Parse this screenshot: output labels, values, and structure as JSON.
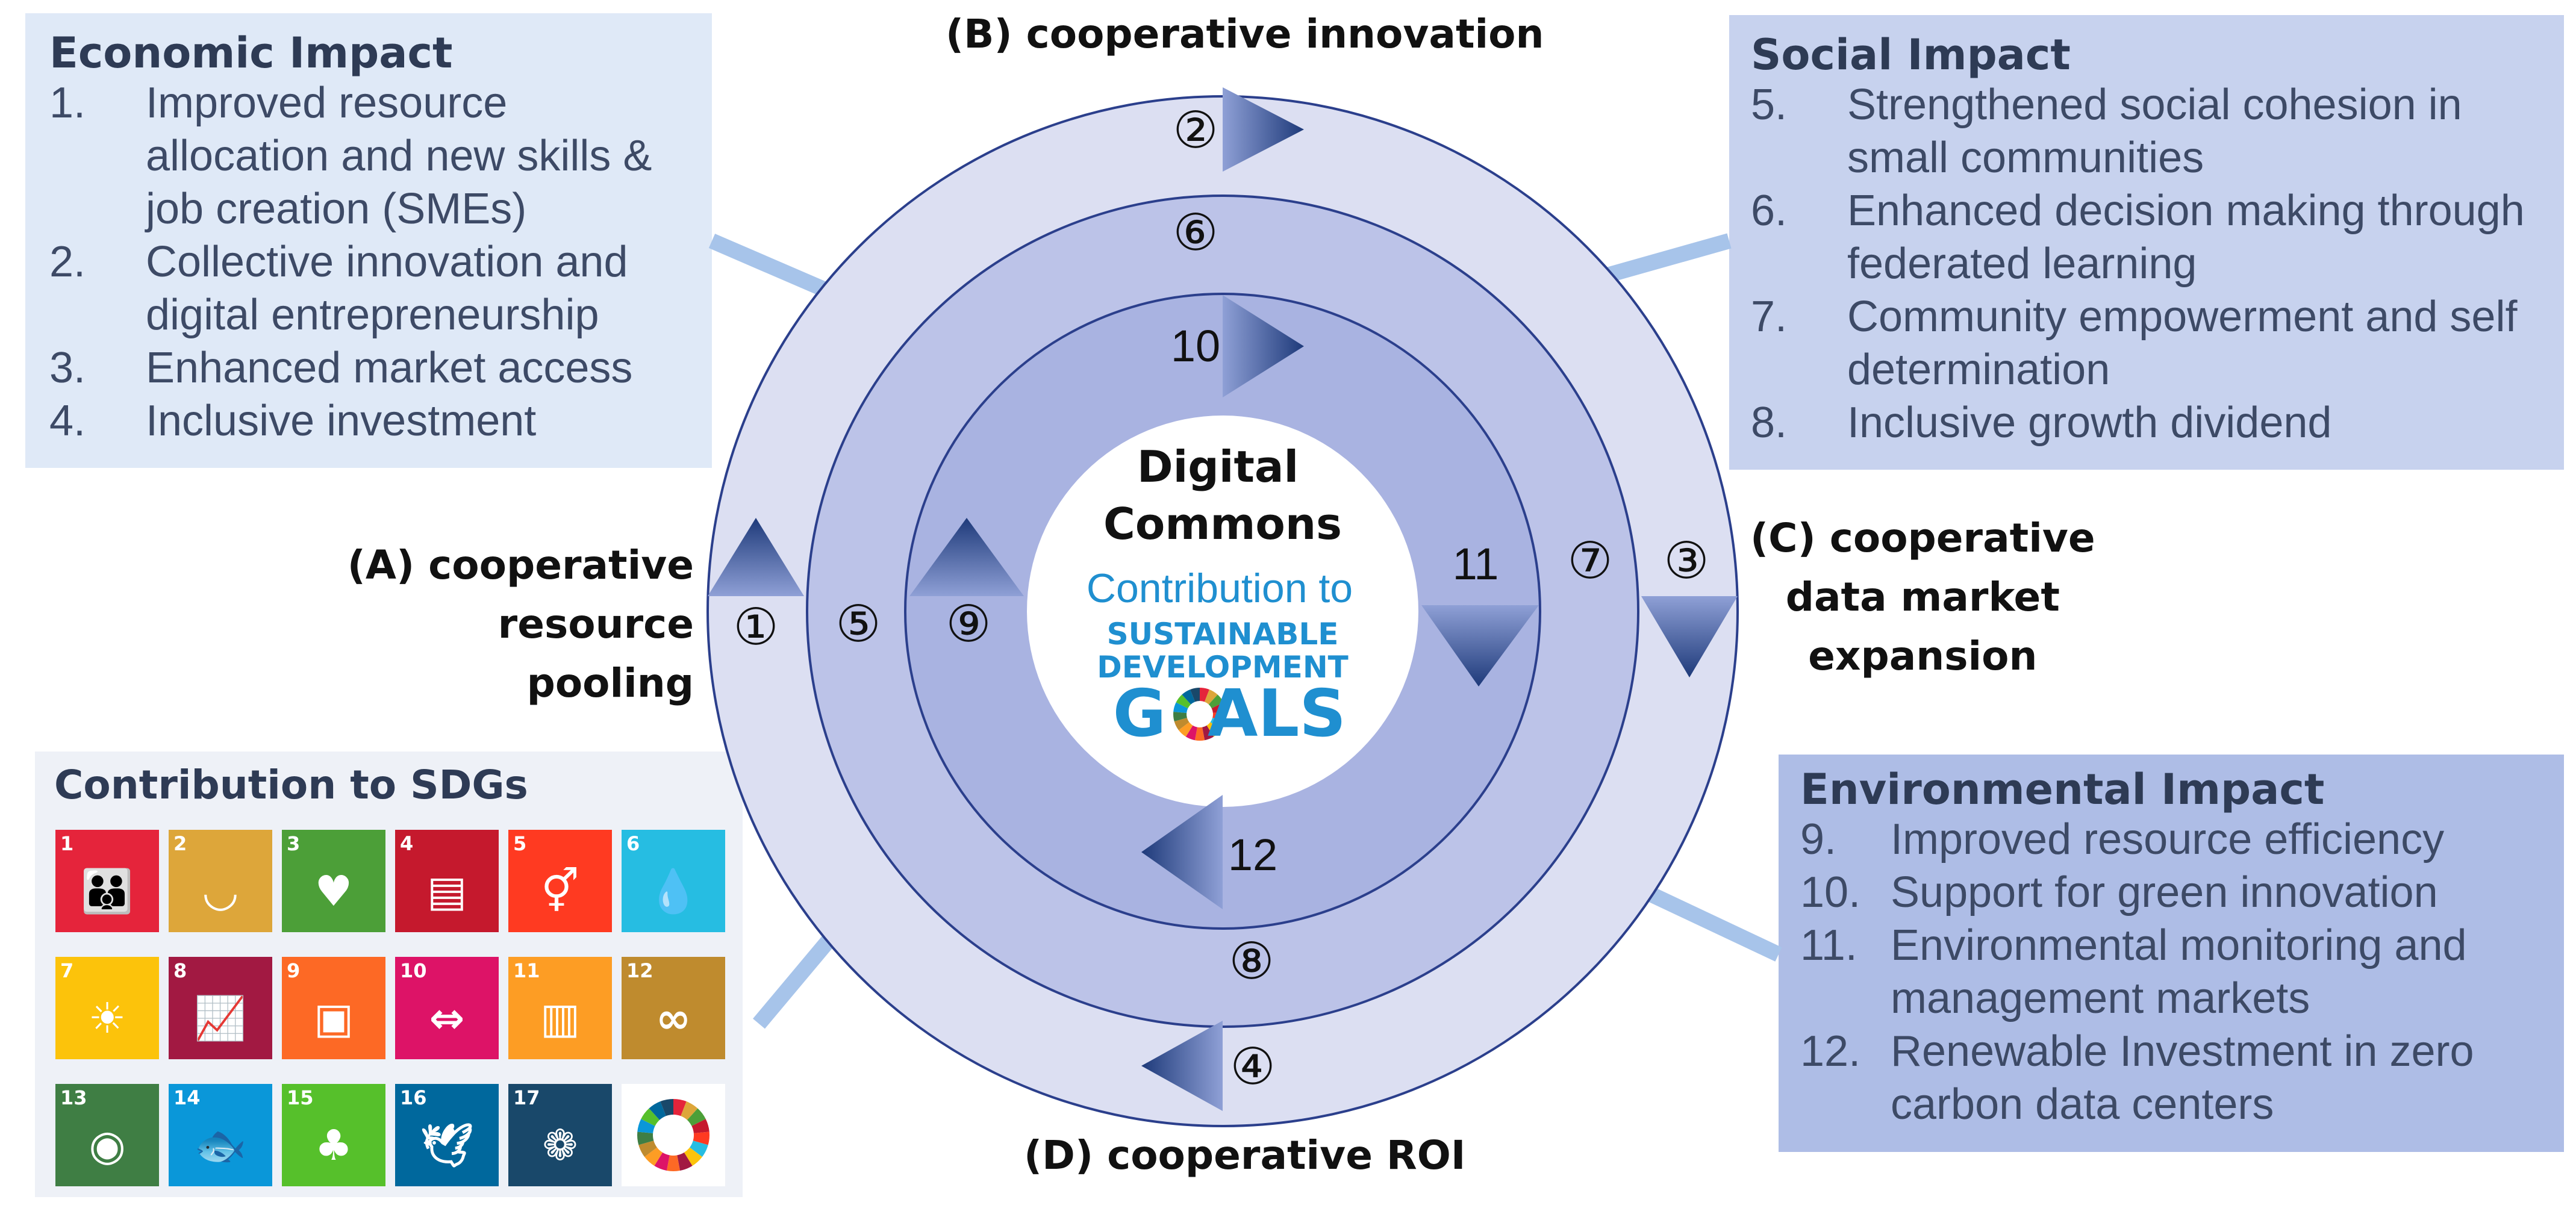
{
  "economic": {
    "title": "Economic Impact",
    "items": [
      {
        "num": "1.",
        "text": "Improved resource allocation and new skills & job creation (SMEs)"
      },
      {
        "num": "2.",
        "text": "Collective innovation and digital entrepreneurship"
      },
      {
        "num": "3.",
        "text": "Enhanced market access"
      },
      {
        "num": "4.",
        "text": "Inclusive investment"
      }
    ]
  },
  "social": {
    "title": "Social Impact",
    "items": [
      {
        "num": "5.",
        "text": "Strengthened social cohesion in small communities"
      },
      {
        "num": "6.",
        "text": "Enhanced decision making through federated learning"
      },
      {
        "num": "7.",
        "text": "Community empowerment and self determination"
      },
      {
        "num": "8.",
        "text": "Inclusive growth dividend"
      }
    ]
  },
  "environmental": {
    "title": "Environmental Impact",
    "items": [
      {
        "num": "9.",
        "text": "Improved resource efficiency"
      },
      {
        "num": "10.",
        "text": "Support for green innovation"
      },
      {
        "num": "11.",
        "text": "Environmental monitoring and management markets"
      },
      {
        "num": "12.",
        "text": "Renewable Investment in zero carbon data centers"
      }
    ]
  },
  "sdg": {
    "title": "Contribution to SDGs",
    "tiles": [
      {
        "num": "1",
        "color": "#e5243b",
        "icon": "family-icon",
        "glyph": "👪"
      },
      {
        "num": "2",
        "color": "#dda63a",
        "icon": "bowl-icon",
        "glyph": "◡"
      },
      {
        "num": "3",
        "color": "#4c9f38",
        "icon": "heartbeat-icon",
        "glyph": "♥"
      },
      {
        "num": "4",
        "color": "#c5192d",
        "icon": "book-icon",
        "glyph": "▤"
      },
      {
        "num": "5",
        "color": "#ff3a21",
        "icon": "gender-equality-icon",
        "glyph": "⚥"
      },
      {
        "num": "6",
        "color": "#26bde2",
        "icon": "water-drop-icon",
        "glyph": "💧"
      },
      {
        "num": "7",
        "color": "#fcc30b",
        "icon": "sun-icon",
        "glyph": "☀"
      },
      {
        "num": "8",
        "color": "#a21942",
        "icon": "growth-chart-icon",
        "glyph": "📈"
      },
      {
        "num": "9",
        "color": "#fd6925",
        "icon": "cubes-icon",
        "glyph": "▣"
      },
      {
        "num": "10",
        "color": "#dd1367",
        "icon": "equality-arrows-icon",
        "glyph": "⇔"
      },
      {
        "num": "11",
        "color": "#fd9d24",
        "icon": "city-icon",
        "glyph": "▥"
      },
      {
        "num": "12",
        "color": "#bf8b2e",
        "icon": "infinity-icon",
        "glyph": "∞"
      },
      {
        "num": "13",
        "color": "#3f7e44",
        "icon": "eye-icon",
        "glyph": "◉"
      },
      {
        "num": "14",
        "color": "#0a97d9",
        "icon": "fish-icon",
        "glyph": "🐟"
      },
      {
        "num": "15",
        "color": "#56c02b",
        "icon": "tree-icon",
        "glyph": "♣"
      },
      {
        "num": "16",
        "color": "#00689d",
        "icon": "dove-icon",
        "glyph": "🕊"
      },
      {
        "num": "17",
        "color": "#19486a",
        "icon": "rings-icon",
        "glyph": "❁"
      },
      {
        "num": "",
        "color": "#ffffff",
        "icon": "sdg-wheel-icon",
        "glyph": ""
      }
    ]
  },
  "labels": {
    "a_lines": [
      "(A) cooperative",
      "resource",
      "pooling"
    ],
    "b": "(B) cooperative innovation",
    "c_lines": [
      "(C) cooperative",
      "data market",
      "expansion"
    ],
    "d": "(D) cooperative ROI"
  },
  "center": {
    "title1": "Digital",
    "title2": "Commons",
    "contribution": "Contribution to",
    "sdg1": "SUSTAINABLE",
    "sdg2": "DEVELOPMENT",
    "sdg3a": "G",
    "sdg3b": "ALS"
  },
  "markers": {
    "m1": "①",
    "m2": "②",
    "m3": "③",
    "m4": "④",
    "m5": "⑤",
    "m6": "⑥",
    "m7": "⑦",
    "m8": "⑧",
    "m9": "⑨",
    "m10": "10",
    "m11": "11",
    "m12": "12"
  },
  "colors": {
    "ring_outer": "#dcdff2",
    "ring_middle": "#bcc3e8",
    "ring_inner": "#a9b3e1",
    "ring_stroke": "#2b3f8c",
    "arrow_dark": "#1e3a7a",
    "sdg_blue": "#1f8fd0",
    "connector": "#a7c4ea"
  }
}
